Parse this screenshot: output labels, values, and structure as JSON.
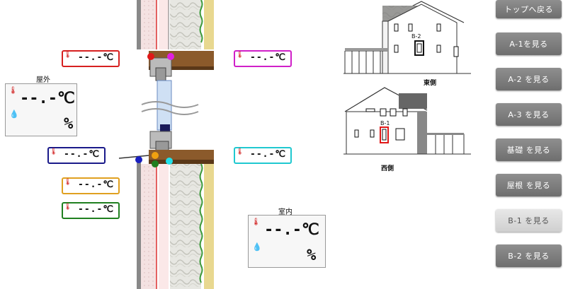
{
  "nav": {
    "top": "トップへ戻る",
    "a1": "A-1を見る",
    "a2": "A-2 を見る",
    "a3": "A-3 を見る",
    "foundation": "基礎 を見る",
    "roof": "屋根 を見る",
    "b1": "B-1 を見る",
    "b2": "B-2 を見る"
  },
  "outdoor": {
    "title": "屋外",
    "temp": "--.-",
    "unit": "℃",
    "humidity_unit": "%"
  },
  "indoor": {
    "title": "室内",
    "temp": "--.-",
    "unit": "℃",
    "humidity_unit": "%"
  },
  "sensors": {
    "red": {
      "value": "--.-",
      "unit": "℃",
      "color": "#d62020"
    },
    "magenta": {
      "value": "--.-",
      "unit": "℃",
      "color": "#d020c8"
    },
    "navy": {
      "value": "--.-",
      "unit": "℃",
      "color": "#1a1a8a"
    },
    "cyan": {
      "value": "--.-",
      "unit": "℃",
      "color": "#20c8d0"
    },
    "orange": {
      "value": "--.-",
      "unit": "℃",
      "color": "#e0a020"
    },
    "green": {
      "value": "--.-",
      "unit": "℃",
      "color": "#208020"
    }
  },
  "thermo_icon": "thermometer-icon",
  "humidity_icon": "water-drop-icon",
  "house": {
    "east_label": "東側",
    "west_label": "西側",
    "b2_label": "B-2",
    "b1_label": "B-1"
  }
}
